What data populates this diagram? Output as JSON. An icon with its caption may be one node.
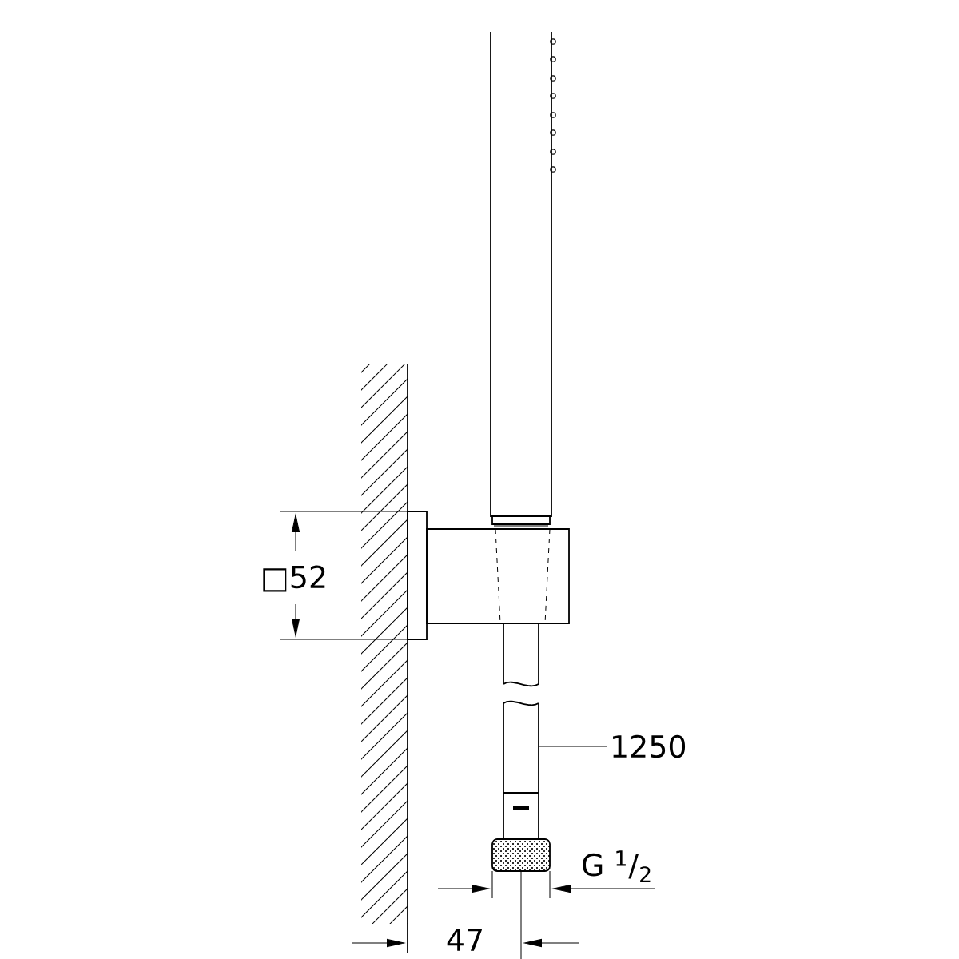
{
  "diagram": {
    "nodes": [
      {
        "text": [
          "1250"
        ]
      },
      {
        "text": [],
        "shape": "bar"
      }
    ],
    "edges": [
      {
        "from": 0,
        "to": 1,
        "arrow": "none"
      }
    ],
    "labels": [
      "□52",
      "G $^{1}$/$_{2}$",
      "47"
    ]
  }
}
